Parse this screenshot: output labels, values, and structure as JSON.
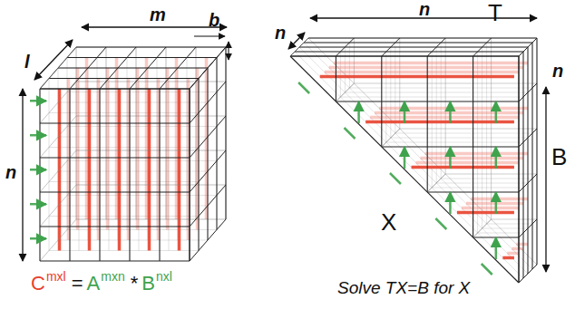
{
  "diagram": {
    "labels": [
      "l",
      "m",
      "b",
      "n",
      "C",
      "mxl",
      "=",
      "A",
      "mxn",
      "*",
      "B",
      "nxl",
      "n",
      "T",
      "n",
      "n",
      "B",
      "X",
      "Solve TX=B for X"
    ]
  }
}
